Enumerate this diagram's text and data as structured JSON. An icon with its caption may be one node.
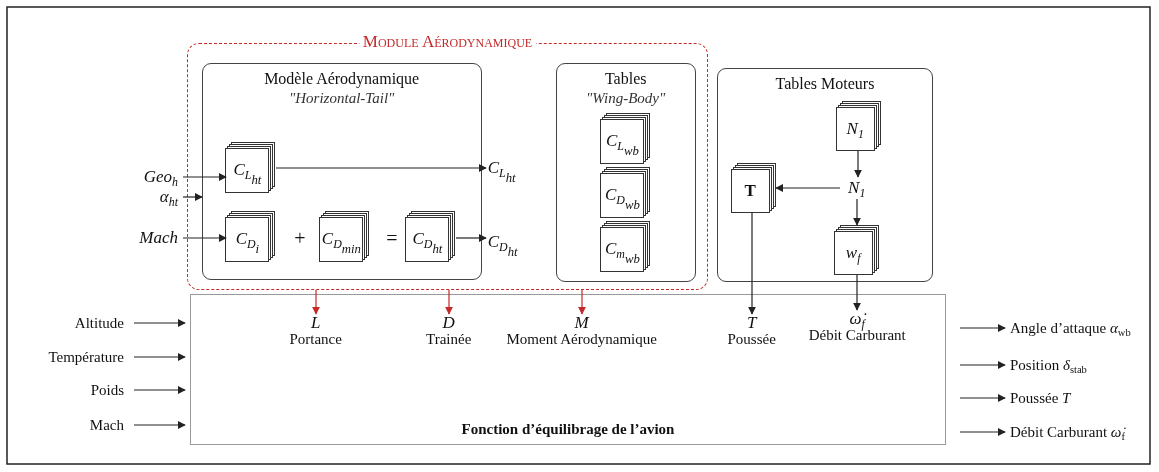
{
  "diagram": {
    "nodes": [
      {
        "text": [
          "Module Aérodynamique"
        ]
      },
      {
        "text": [
          "Modèle Aérodynamique",
          "\"Horizontal-Tail\""
        ],
        "in": 0
      },
      {
        "text": [
          "C$_{L}$$_{ht}$"
        ],
        "in": 1
      },
      {
        "text": [
          "C$_{D}$$_{i}$"
        ],
        "in": 1
      },
      {
        "text": [
          "C$_{D}$$_{min}$"
        ],
        "in": 1
      },
      {
        "text": [
          "C$_{D}$$_{ht}$"
        ],
        "in": 1
      },
      {
        "text": [
          "Tables",
          "\"Wing-Body\""
        ],
        "in": 0
      },
      {
        "text": [
          "C$_{L}$$_{wb}$"
        ],
        "in": 6
      },
      {
        "text": [
          "C$_{D}$$_{wb}$"
        ],
        "in": 6
      },
      {
        "text": [
          "C$_{m}$$_{wb}$"
        ],
        "in": 6
      },
      {
        "text": [
          "Tables Moteurs"
        ]
      },
      {
        "text": [
          "N$_{1}$"
        ],
        "in": 10
      },
      {
        "text": [
          "N$_{1}$"
        ],
        "in": 10
      },
      {
        "text": [
          "T"
        ],
        "in": 10
      },
      {
        "text": [
          "w$_{f}$"
        ],
        "in": 10
      },
      {
        "text": [
          "Fonction d’équilibrage de l’avion"
        ]
      },
      {
        "text": [
          "L",
          "Portance"
        ],
        "in": 15
      },
      {
        "text": [
          "D",
          "Trainée"
        ],
        "in": 15
      },
      {
        "text": [
          "M",
          "Moment Aérodynamique"
        ],
        "in": 15
      },
      {
        "text": [
          "T",
          "Poussée"
        ],
        "in": 15
      },
      {
        "text": [
          "ω̇$_{f}$",
          "Débit Carburant"
        ],
        "in": 15
      },
      {
        "text": [
          "Geo$_{h}$"
        ]
      },
      {
        "text": [
          "α$_{ht}$"
        ]
      },
      {
        "text": [
          "Mach"
        ]
      },
      {
        "text": [
          "C$_{L}$$_{ht}$"
        ],
        "in": 0
      },
      {
        "text": [
          "C$_{D}$$_{ht}$"
        ],
        "in": 0
      },
      {
        "text": [
          "Altitude"
        ]
      },
      {
        "text": [
          "Température"
        ]
      },
      {
        "text": [
          "Poids"
        ]
      },
      {
        "text": [
          "Mach"
        ]
      },
      {
        "text": [
          "Angle d’attaque *α*$_{wb}$"
        ]
      },
      {
        "text": [
          "Position *δ*$_{stab}$"
        ]
      },
      {
        "text": [
          "Poussée *T*"
        ]
      },
      {
        "text": [
          "Débit Carburant *ω̇*$_{f}$"
        ]
      }
    ],
    "edges": [
      {
        "from": 21,
        "to": 2,
        "arrow": "to"
      },
      {
        "from": 22,
        "to": 1,
        "arrow": "to"
      },
      {
        "from": 23,
        "to": 3,
        "arrow": "to"
      },
      {
        "from": 2,
        "to": 24,
        "arrow": "to"
      },
      {
        "from": 5,
        "to": 25,
        "arrow": "to"
      },
      {
        "from": 0,
        "to": 16,
        "arrow": "to",
        "color": "#c62828"
      },
      {
        "from": 0,
        "to": 17,
        "arrow": "to",
        "color": "#c62828"
      },
      {
        "from": 0,
        "to": 18,
        "arrow": "to",
        "color": "#c62828"
      },
      {
        "from": 13,
        "to": 19,
        "arrow": "to"
      },
      {
        "from": 14,
        "to": 20,
        "arrow": "to"
      },
      {
        "from": 11,
        "to": 12,
        "arrow": "to"
      },
      {
        "from": 12,
        "to": 13,
        "arrow": "to"
      },
      {
        "from": 12,
        "to": 14,
        "arrow": "to"
      },
      {
        "from": 26,
        "to": 15,
        "arrow": "to"
      },
      {
        "from": 27,
        "to": 15,
        "arrow": "to"
      },
      {
        "from": 28,
        "to": 15,
        "arrow": "to"
      },
      {
        "from": 29,
        "to": 15,
        "arrow": "to"
      },
      {
        "from": 15,
        "to": 30,
        "arrow": "to"
      },
      {
        "from": 15,
        "to": 31,
        "arrow": "to"
      },
      {
        "from": 15,
        "to": 32,
        "arrow": "to"
      },
      {
        "from": 15,
        "to": 33,
        "arrow": "to"
      }
    ],
    "labels": [
      "+",
      "="
    ]
  }
}
